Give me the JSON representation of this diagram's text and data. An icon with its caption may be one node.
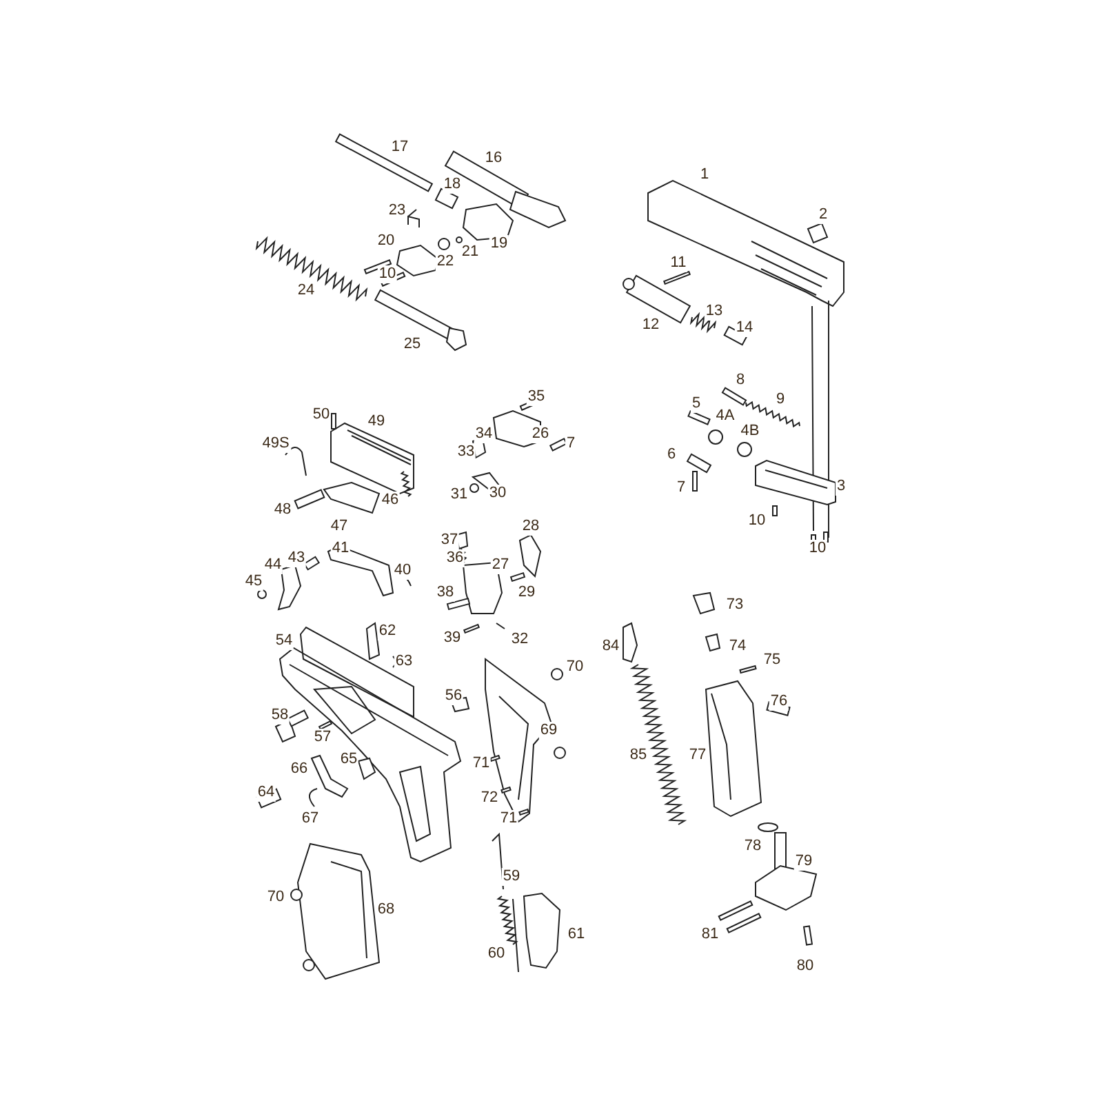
{
  "diagram": {
    "labels": [
      "17",
      "16",
      "1",
      "18",
      "23",
      "2",
      "20",
      "21",
      "19",
      "22",
      "11",
      "10",
      "24",
      "13",
      "14",
      "12",
      "25",
      "8",
      "35",
      "9",
      "5",
      "50",
      "49",
      "4A",
      "34",
      "26",
      "7",
      "49S",
      "4B",
      "33",
      "6",
      "3",
      "7",
      "31",
      "30",
      "46",
      "48",
      "10",
      "47",
      "37",
      "28",
      "10",
      "36",
      "41",
      "43",
      "44",
      "27",
      "40",
      "45",
      "29",
      "38",
      "73",
      "32",
      "39",
      "84",
      "74",
      "54",
      "62",
      "75",
      "63",
      "70",
      "56",
      "76",
      "58",
      "69",
      "57",
      "85",
      "77",
      "71",
      "66",
      "65",
      "64",
      "72",
      "67",
      "71",
      "78",
      "79",
      "59",
      "70",
      "68",
      "61",
      "81",
      "60",
      "80"
    ]
  }
}
